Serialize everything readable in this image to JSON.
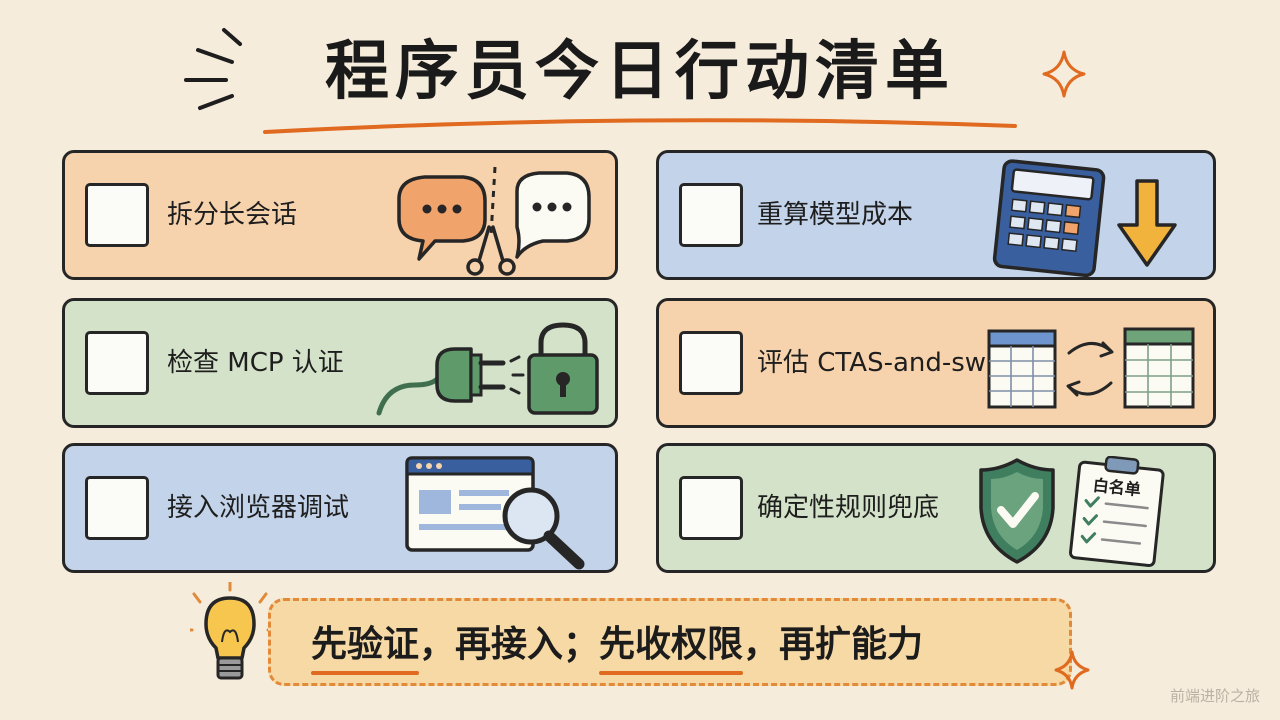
{
  "title": "程序员今日行动清单",
  "tasks": [
    {
      "label": "拆分长会话",
      "checked": false,
      "color": "#f7d3ad"
    },
    {
      "label": "检查 MCP 认证",
      "checked": false,
      "color": "#d3e2c8"
    },
    {
      "label": "接入浏览器调试",
      "checked": false,
      "color": "#c3d3e9"
    },
    {
      "label": "重算模型成本",
      "checked": false,
      "color": "#c3d3e9"
    },
    {
      "label": "评估 CTAS-and-swap",
      "checked": false,
      "color": "#f7d3ad"
    },
    {
      "label": "确定性规则兜底",
      "checked": false,
      "color": "#d3e2c8"
    }
  ],
  "whitelist_label": "白名单",
  "banner": {
    "part1": "先验证",
    "sep1": "，再接入；",
    "part2": "先收权限",
    "sep2": "，再扩能力"
  },
  "watermark": "前端进阶之旅",
  "colors": {
    "accent": "#e06a1f",
    "background": "#f6ecdc"
  },
  "icons": [
    "chat-bubbles-icon",
    "scissors-icon",
    "plug-icon",
    "padlock-icon",
    "browser-window-icon",
    "magnifier-icon",
    "calculator-icon",
    "down-arrow-icon",
    "table-swap-icon",
    "shield-check-icon",
    "clipboard-checklist-icon",
    "lightbulb-icon",
    "sparkle-icon"
  ]
}
